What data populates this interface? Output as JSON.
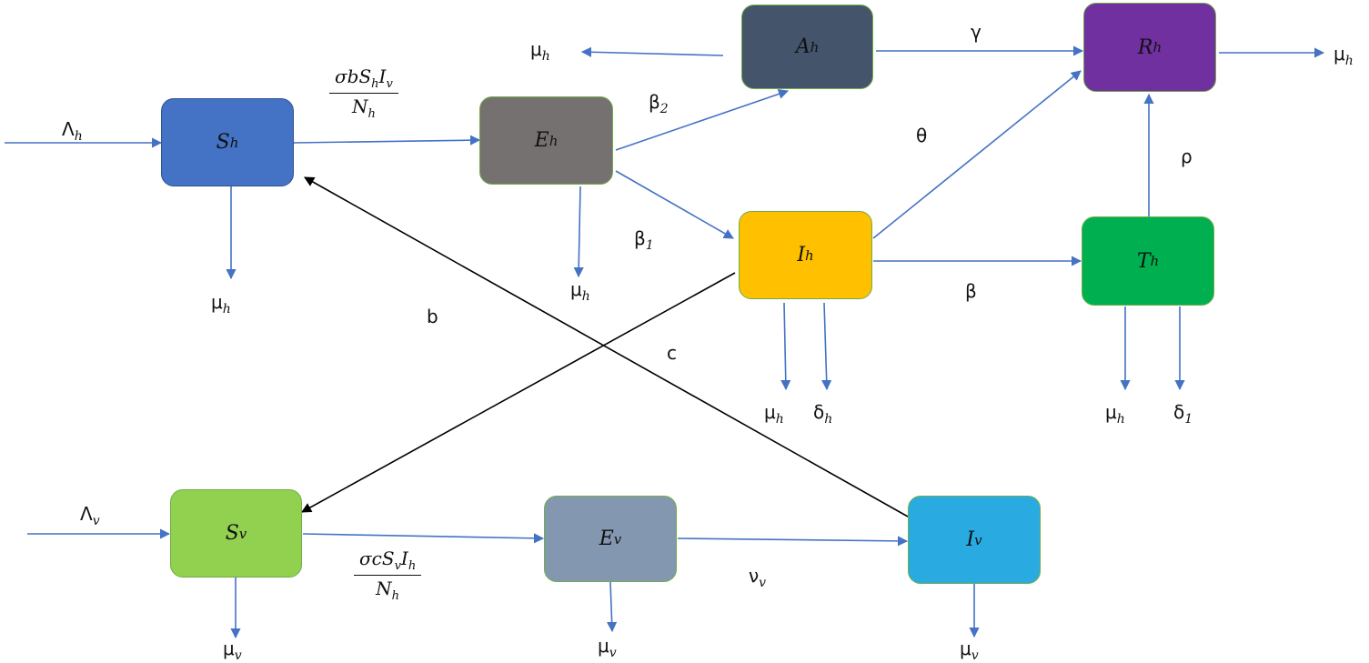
{
  "nodes": {
    "Sh": {
      "base": "S",
      "sub": "h",
      "color": "#4472c4"
    },
    "Eh": {
      "base": "E",
      "sub": "h",
      "color": "#767171"
    },
    "Ah": {
      "base": "A",
      "sub": "h",
      "color": "#44546a"
    },
    "Rh": {
      "base": "R",
      "sub": "h",
      "color": "#7030a0"
    },
    "Ih": {
      "base": "I",
      "sub": "h",
      "color": "#ffc000"
    },
    "Th": {
      "base": "T",
      "sub": "h",
      "color": "#00b050"
    },
    "Sv": {
      "base": "S",
      "sub": "v",
      "color": "#92d050"
    },
    "Ev": {
      "base": "E",
      "sub": "v",
      "color": "#8497b0"
    },
    "Iv": {
      "base": "I",
      "sub": "v",
      "color": "#29abe2"
    }
  },
  "labels": {
    "lambda_h": {
      "base": "Λ",
      "sub": "h"
    },
    "lambda_v": {
      "base": "Λ",
      "sub": "v"
    },
    "mu_h": {
      "base": "μ",
      "sub": "h"
    },
    "mu_v": {
      "base": "μ",
      "sub": "v"
    },
    "beta2": {
      "base": "β",
      "sub": "2"
    },
    "beta1": {
      "base": "β",
      "sub": "1"
    },
    "gamma": "γ",
    "theta": "θ",
    "rho": "ρ",
    "beta": "β",
    "b": "b",
    "c": "c",
    "delta_h": {
      "base": "δ",
      "sub": "h"
    },
    "delta_1": {
      "base": "δ",
      "sub": "1"
    },
    "nu_v": {
      "base": "ν",
      "sub": "v"
    }
  },
  "fractions": {
    "human_force": {
      "num_parts": [
        "σbS",
        "h",
        "I",
        "v"
      ],
      "den_parts": [
        "N",
        "h"
      ]
    },
    "vector_force": {
      "num_parts": [
        "σcS",
        "v",
        "I",
        "h"
      ],
      "den_parts": [
        "N",
        "h"
      ]
    }
  },
  "colors": {
    "arrow": "#4472c4",
    "cross_arrow": "#000000",
    "box_border": "#70ad47"
  }
}
